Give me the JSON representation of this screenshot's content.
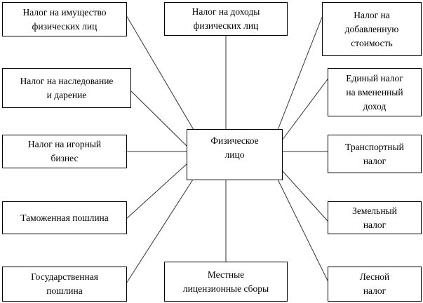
{
  "center": "Физическое\nлицо",
  "taxes": {
    "property": "Налог на имущество\nфизических лиц",
    "income": "Налог на доходы\nфизических лиц",
    "vat": "Налог на\nдобавленную\nстоимость",
    "inheritance": "Налог на наследование\nи дарение",
    "imputed": "Единый налог\nна вмененный\nдоход",
    "gambling": "Налог на игорный\nбизнес",
    "transport": "Транспортный\nналог",
    "customs": "Таможенная пошлина",
    "land": "Земельный\nналог",
    "state_duty": "Государственная\nпошлина",
    "local_fees": "Местные\nлицензионные сборы",
    "forest": "Лесной\nналог"
  }
}
